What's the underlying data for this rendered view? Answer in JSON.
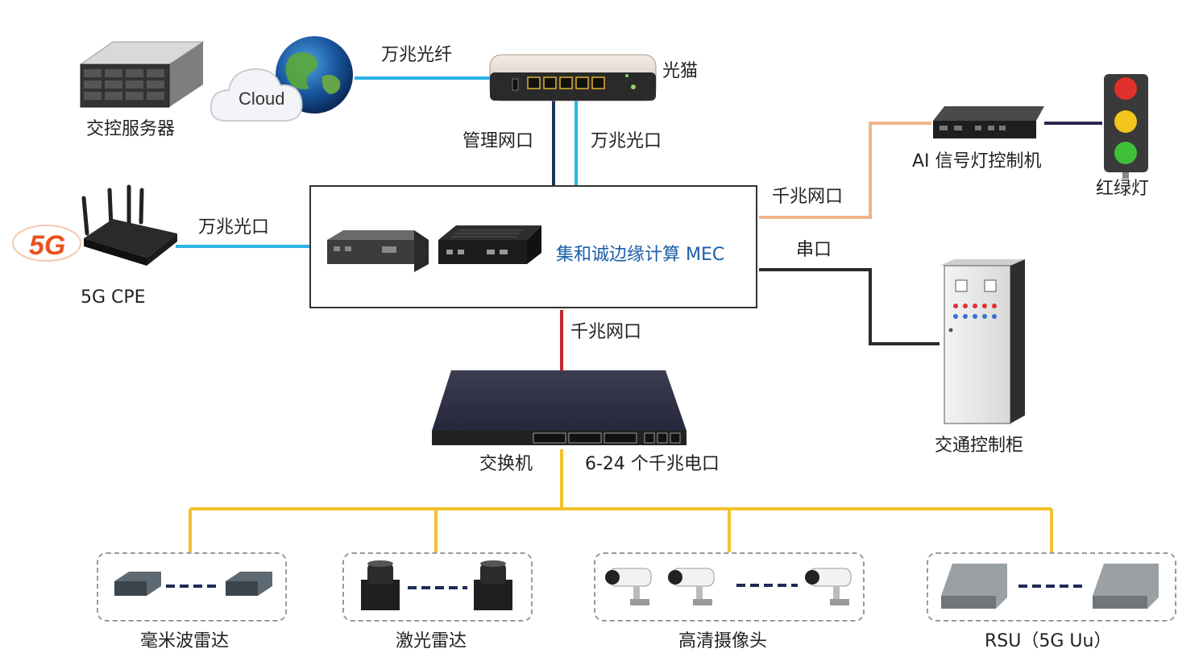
{
  "labels": {
    "server": "交控服务器",
    "cloud": "Cloud",
    "fiber": "万兆光纤",
    "modem": "光猫",
    "mgmt_port": "管理网口",
    "optical_port_top": "万兆光口",
    "gig_port_right": "千兆网口",
    "ai_controller": "AI 信号灯控制机",
    "traffic_light": "红绿灯",
    "optical_port_left": "万兆光口",
    "cpe": "5G CPE",
    "mec": "集和诚边缘计算 MEC",
    "serial": "串口",
    "gig_port_bottom": "千兆网口",
    "cabinet": "交通控制柜",
    "switch": "交换机",
    "switch_ports": "6-24 个千兆电口",
    "radar_mmw": "毫米波雷达",
    "lidar": "激光雷达",
    "camera": "高清摄像头",
    "rsu": "RSU（5G Uu）",
    "badge_5g": "5G"
  },
  "colors": {
    "fiber_blue": "#2bb3e6",
    "mgmt_navy": "#1f3358",
    "gig_orange": "#f0b58a",
    "serial_dark": "#2a2a2a",
    "switch_red": "#c0272d",
    "device_yellow": "#f2c12e",
    "mec_text": "#1a5fa8",
    "light_link": "#2b2650"
  }
}
